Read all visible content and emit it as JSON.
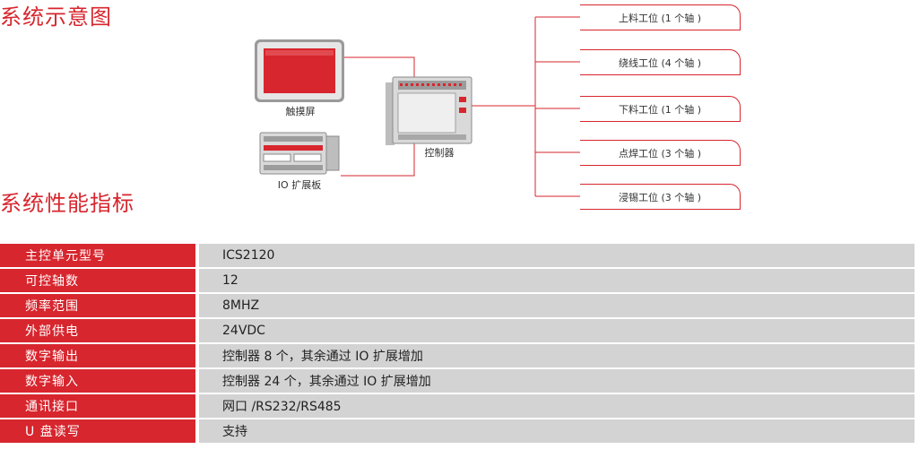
{
  "titles": {
    "diagram": "系统示意图",
    "specs": "系统性能指标"
  },
  "diagram": {
    "devices": {
      "touchscreen": "触摸屏",
      "controller": "控制器",
      "io_board": "IO 扩展板"
    },
    "stations": [
      {
        "label": "上料工位 (1 个轴 )"
      },
      {
        "label": "绕线工位 (4 个轴 )"
      },
      {
        "label": "下料工位 (1 个轴 )"
      },
      {
        "label": "点焊工位 (3 个轴 )"
      },
      {
        "label": "浸锡工位 (3 个轴 )"
      }
    ]
  },
  "specs": {
    "rows": [
      {
        "key": "主控单元型号",
        "value": "ICS2120"
      },
      {
        "key": "可控轴数",
        "value": "12"
      },
      {
        "key": "频率范围",
        "value": "8MHZ"
      },
      {
        "key": "外部供电",
        "value": "24VDC"
      },
      {
        "key": "数字输出",
        "value": "控制器 8 个，其余通过 IO 扩展增加"
      },
      {
        "key": "数字输入",
        "value": "控制器 24 个，其余通过 IO 扩展增加"
      },
      {
        "key": "通讯接口",
        "value": "网口 /RS232/RS485"
      },
      {
        "key": "U 盘读写",
        "value": "支持"
      }
    ]
  },
  "colors": {
    "accent": "#d7262e",
    "row_bg": "#d3d3d3",
    "device_gray": "#8a8a8a"
  }
}
